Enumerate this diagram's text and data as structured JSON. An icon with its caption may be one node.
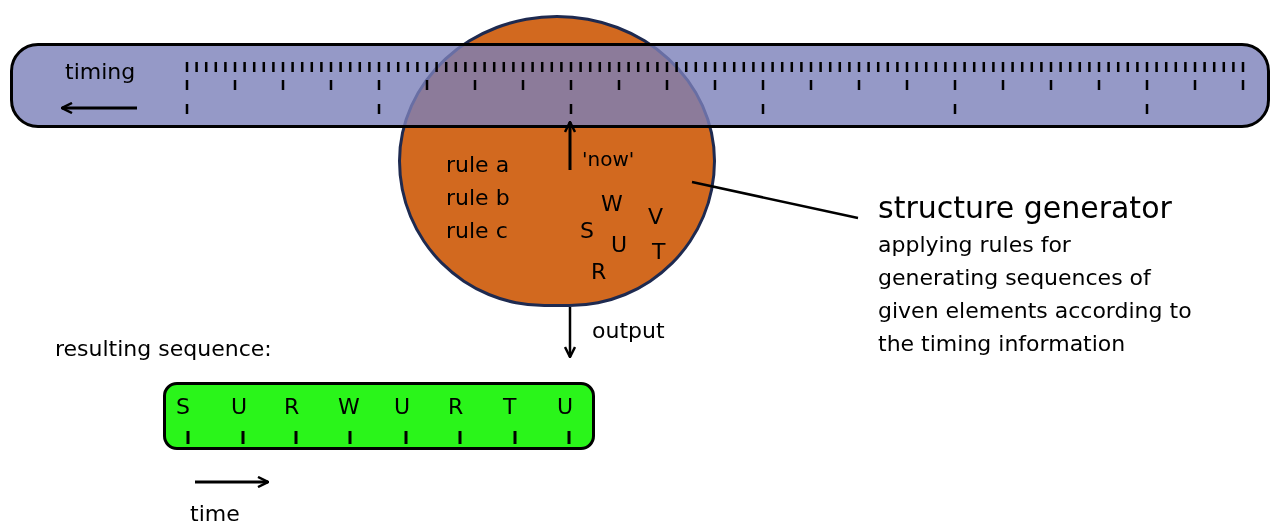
{
  "diagram": {
    "nodes": [
      {
        "text": [
          "timing"
        ]
      },
      {
        "text": [
          "rule a rule b rule c",
          "'now'",
          "W",
          "V",
          "S",
          "U",
          "T",
          "R"
        ]
      },
      {
        "text": [
          "structure generator",
          "applying rules for generating sequences of given elements according to the timing information"
        ]
      },
      {
        "text": [
          "S",
          "U",
          "R",
          "W",
          "U",
          "R",
          "T",
          "U"
        ],
        "beside": [
          "resulting sequence:"
        ]
      }
    ],
    "edges": [
      {
        "from": 2,
        "to": 1,
        "arrow": "none"
      },
      {
        "from": 1,
        "to": 3,
        "arrow": "to",
        "label": "output"
      }
    ],
    "labels": [
      "time"
    ]
  }
}
